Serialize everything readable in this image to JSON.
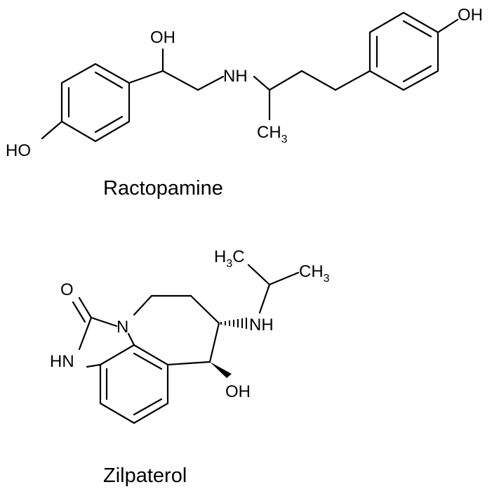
{
  "molecules": [
    {
      "name": "Ractopamine",
      "atom_labels": {
        "oh_top": "OH",
        "nh": "NH",
        "ho_left": "HO",
        "oh_right": "OH",
        "ch3_letters": "CH",
        "ch3_count": "3"
      }
    },
    {
      "name": "Zilpaterol",
      "atom_labels": {
        "o": "O",
        "n": "N",
        "hn": "HN",
        "nh": "NH",
        "oh": "OH",
        "h3c_h": "H",
        "h3c_count": "3",
        "h3c_c": "C",
        "ch3_letters": "CH",
        "ch3_count": "3"
      }
    }
  ]
}
